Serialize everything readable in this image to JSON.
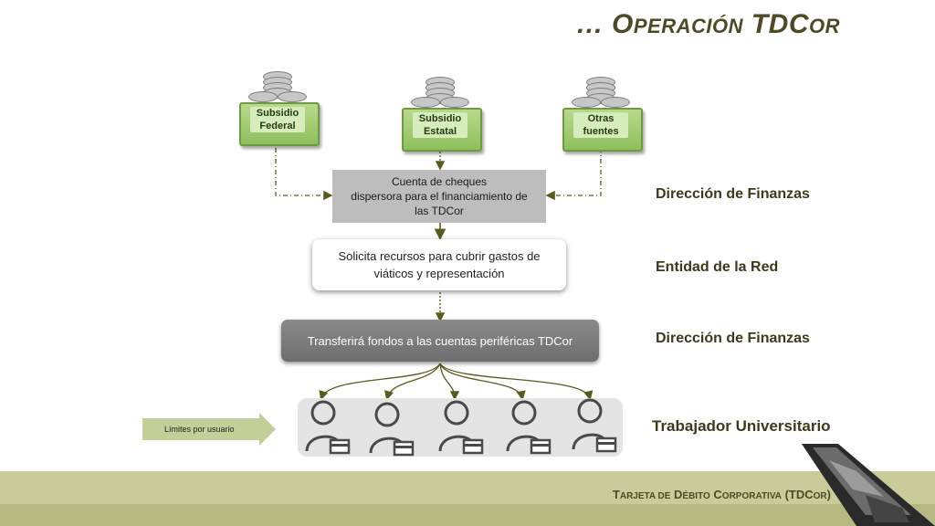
{
  "title": {
    "lead": "… O",
    "rest1": "PERACIÓN",
    "mid": " TDC",
    "rest2": "OR"
  },
  "sources": [
    {
      "line1": "Subsidio",
      "line2": "Federal"
    },
    {
      "line1": "Subsidio",
      "line2": "Estatal"
    },
    {
      "line1": "Otras",
      "line2": "fuentes"
    }
  ],
  "account_box": {
    "line1": "Cuenta de cheques",
    "line2": "dispersora para el financiamiento de",
    "line3": "las TDCor"
  },
  "request_box": {
    "line1": "Solicita recursos para cubrir gastos de",
    "line2": "viáticos y representación"
  },
  "transfer_box": "Transferirá fondos a las cuentas periféricas  TDCor",
  "roles": [
    "Dirección de  Finanzas",
    "Entidad de la Red",
    "Dirección de  Finanzas",
    "Trabajador Universitario"
  ],
  "limits_label": "Límites por usuario",
  "footer": {
    "t1": "T",
    "t1s": "ARJETA DE",
    "t2": " D",
    "t2s": "ÉBITO",
    "t3": " C",
    "t3s": "ORPORATIVA",
    "t4": " (TDC",
    "t4s": "OR",
    "t5": ")"
  },
  "colors": {
    "accent": "#4d4a25",
    "bill": "#9fcb6c",
    "band": "#c9cc9a",
    "arrow": "#5a5a1e"
  },
  "icons": [
    "coins-bill-icon",
    "user-card-icon",
    "arrow-right-icon"
  ]
}
